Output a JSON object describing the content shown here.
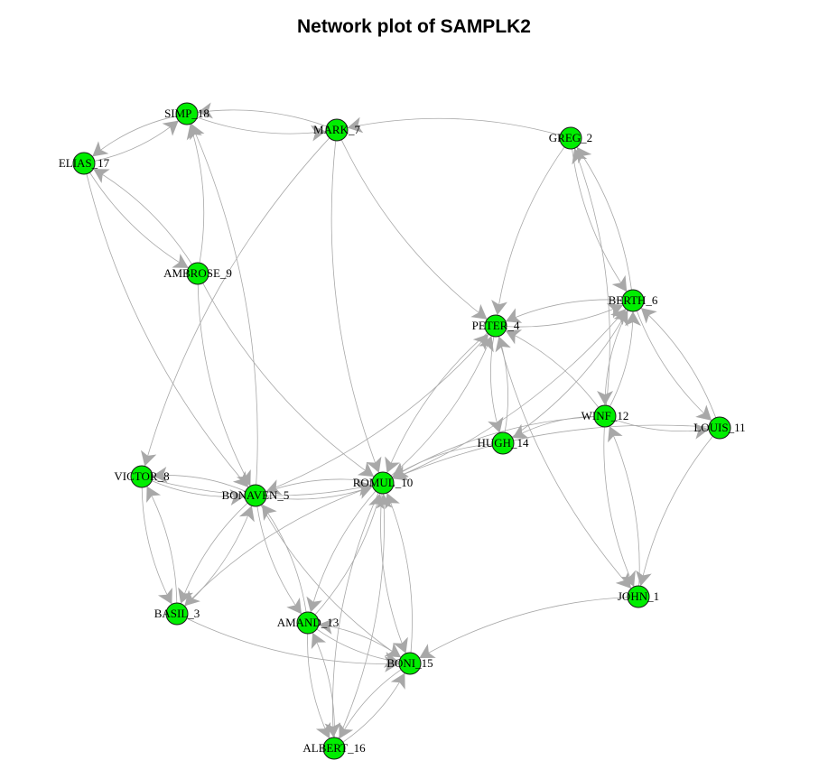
{
  "title": "Network plot of SAMPLK2",
  "colors": {
    "node_fill": "#00ee00",
    "node_stroke": "#1a1a1a",
    "edge": "#a8a8a8",
    "label": "#000000"
  },
  "nodes": [
    {
      "id": "simp",
      "label": "SIMP_18"
    },
    {
      "id": "mark",
      "label": "MARK_7"
    },
    {
      "id": "greg",
      "label": "GREG_2"
    },
    {
      "id": "elias",
      "label": "ELIAS_17"
    },
    {
      "id": "ambrose",
      "label": "AMBROSE_9"
    },
    {
      "id": "peter",
      "label": "PETER_4"
    },
    {
      "id": "berth",
      "label": "BERTH_6"
    },
    {
      "id": "winf",
      "label": "WINF_12"
    },
    {
      "id": "louis",
      "label": "LOUIS_11"
    },
    {
      "id": "hugh",
      "label": "HUGH_14"
    },
    {
      "id": "victor",
      "label": "VICTOR_8"
    },
    {
      "id": "bonaven",
      "label": "BONAVEN_5"
    },
    {
      "id": "romul",
      "label": "ROMUL_10"
    },
    {
      "id": "john",
      "label": "JOHN_1"
    },
    {
      "id": "basil",
      "label": "BASIL_3"
    },
    {
      "id": "amand",
      "label": "AMAND_13"
    },
    {
      "id": "boni",
      "label": "BONI_15"
    },
    {
      "id": "albert",
      "label": "ALBERT_16"
    }
  ],
  "edges": [
    [
      "simp",
      "mark"
    ],
    [
      "mark",
      "simp"
    ],
    [
      "simp",
      "elias"
    ],
    [
      "elias",
      "simp"
    ],
    [
      "ambrose",
      "simp"
    ],
    [
      "elias",
      "ambrose"
    ],
    [
      "ambrose",
      "elias"
    ],
    [
      "bonaven",
      "simp"
    ],
    [
      "greg",
      "mark"
    ],
    [
      "mark",
      "peter"
    ],
    [
      "mark",
      "victor"
    ],
    [
      "mark",
      "romul"
    ],
    [
      "elias",
      "bonaven"
    ],
    [
      "ambrose",
      "bonaven"
    ],
    [
      "ambrose",
      "romul"
    ],
    [
      "greg",
      "peter"
    ],
    [
      "berth",
      "greg"
    ],
    [
      "greg",
      "berth"
    ],
    [
      "winf",
      "greg"
    ],
    [
      "berth",
      "peter"
    ],
    [
      "peter",
      "berth"
    ],
    [
      "hugh",
      "peter"
    ],
    [
      "winf",
      "peter"
    ],
    [
      "peter",
      "hugh"
    ],
    [
      "romul",
      "peter"
    ],
    [
      "peter",
      "romul"
    ],
    [
      "winf",
      "berth"
    ],
    [
      "berth",
      "winf"
    ],
    [
      "louis",
      "berth"
    ],
    [
      "berth",
      "louis"
    ],
    [
      "winf",
      "louis"
    ],
    [
      "hugh",
      "berth"
    ],
    [
      "romul",
      "berth"
    ],
    [
      "hugh",
      "romul"
    ],
    [
      "winf",
      "romul"
    ],
    [
      "louis",
      "romul"
    ],
    [
      "winf",
      "hugh"
    ],
    [
      "victor",
      "bonaven"
    ],
    [
      "bonaven",
      "victor"
    ],
    [
      "victor",
      "romul"
    ],
    [
      "romul",
      "bonaven"
    ],
    [
      "bonaven",
      "romul"
    ],
    [
      "victor",
      "basil"
    ],
    [
      "basil",
      "victor"
    ],
    [
      "bonaven",
      "basil"
    ],
    [
      "basil",
      "bonaven"
    ],
    [
      "bonaven",
      "amand"
    ],
    [
      "amand",
      "bonaven"
    ],
    [
      "romul",
      "amand"
    ],
    [
      "amand",
      "romul"
    ],
    [
      "bonaven",
      "boni"
    ],
    [
      "romul",
      "boni"
    ],
    [
      "boni",
      "romul"
    ],
    [
      "basil",
      "boni"
    ],
    [
      "amand",
      "boni"
    ],
    [
      "boni",
      "amand"
    ],
    [
      "albert",
      "amand"
    ],
    [
      "amand",
      "albert"
    ],
    [
      "albert",
      "boni"
    ],
    [
      "boni",
      "albert"
    ],
    [
      "albert",
      "romul"
    ],
    [
      "romul",
      "albert"
    ],
    [
      "john",
      "boni"
    ],
    [
      "peter",
      "john"
    ],
    [
      "winf",
      "john"
    ],
    [
      "louis",
      "john"
    ],
    [
      "john",
      "winf"
    ],
    [
      "romul",
      "basil"
    ],
    [
      "bonaven",
      "peter"
    ]
  ]
}
